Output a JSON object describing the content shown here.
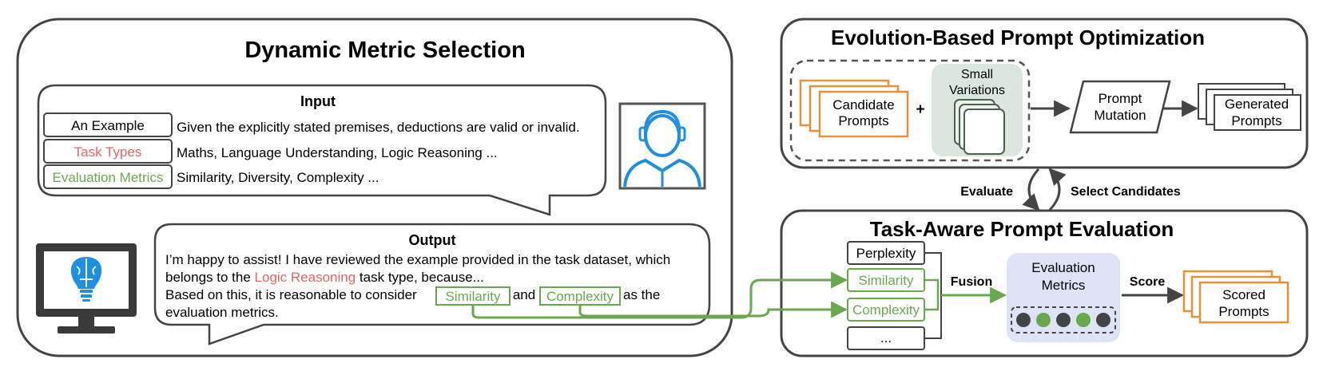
{
  "left_panel": {
    "title": "Dynamic Metric Selection",
    "input_bubble": {
      "title": "Input",
      "rows": [
        {
          "label": "An Example",
          "text": "Given the explicitly stated premises, deductions are valid or invalid."
        },
        {
          "label": "Task Types",
          "text": "Maths, Language Understanding, Logic Reasoning ..."
        },
        {
          "label": "Evaluation Metrics",
          "text": "Similarity, Diversity, Complexity ..."
        }
      ]
    },
    "output_bubble": {
      "title": "Output",
      "line1": "I’m happy to assist! I have reviewed the example provided in the task dataset, which",
      "line2_pre": "belongs to the ",
      "line2_highlight": "Logic Reasoning",
      "line2_post": " task type, because...",
      "line3_pre": "Based on this, it is reasonable to consider",
      "tag1": "Similarity",
      "line3_mid": "and",
      "tag2": "Complexity",
      "line3_post": "as the",
      "line4": "evaluation metrics."
    },
    "user_icon": "user-avatar-icon",
    "computer_icon": "computer-brain-icon"
  },
  "top_right_panel": {
    "title": "Evolution-Based Prompt Optimization",
    "candidate_line1": "Candidate",
    "candidate_line2": "Prompts",
    "plus": "+",
    "variations_line1": "Small",
    "variations_line2": "Variations",
    "mutation_line1": "Prompt",
    "mutation_line2": "Mutation",
    "generated_line1": "Generated",
    "generated_line2": "Prompts"
  },
  "connectors": {
    "evaluate": "Evaluate",
    "select": "Select Candidates"
  },
  "bottom_right_panel": {
    "title": "Task-Aware Prompt Evaluation",
    "metrics": [
      "Perplexity",
      "Similarity",
      "Complexity",
      "..."
    ],
    "fusion": "Fusion",
    "eval_line1": "Evaluation",
    "eval_line2": "Metrics",
    "score": "Score",
    "scored_line1": "Scored",
    "scored_line2": "Prompts"
  },
  "colors": {
    "red": "#e06666",
    "green": "#6aa84f",
    "orange": "#e69138",
    "blue": "#1e8fe1",
    "gray": "#444444",
    "lightgreen": "#d9e7de",
    "lightblue": "#dce4f5"
  }
}
